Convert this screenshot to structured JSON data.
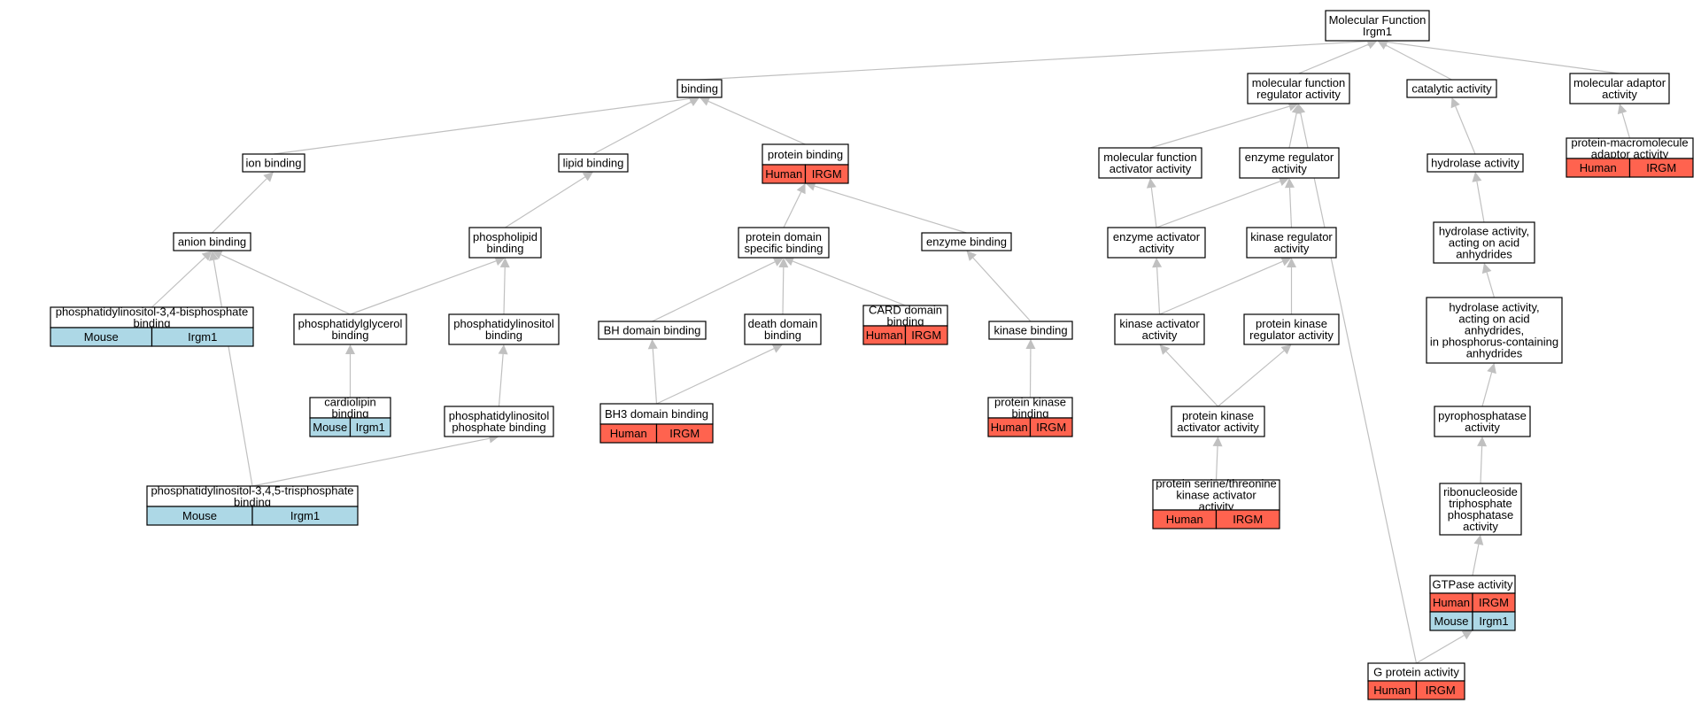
{
  "graph": {
    "nodes": [
      {
        "id": "mf",
        "lines": [
          "Molecular Function",
          "Irgm1"
        ]
      },
      {
        "id": "binding",
        "lines": [
          "binding"
        ]
      },
      {
        "id": "mfreg",
        "lines": [
          "molecular function",
          "regulator activity"
        ]
      },
      {
        "id": "catalytic",
        "lines": [
          "catalytic activity"
        ]
      },
      {
        "id": "adaptor",
        "lines": [
          "molecular adaptor",
          "activity"
        ]
      },
      {
        "id": "ionbinding",
        "lines": [
          "ion binding"
        ]
      },
      {
        "id": "lipidbinding",
        "lines": [
          "lipid binding"
        ]
      },
      {
        "id": "proteinbinding",
        "lines": [
          "protein binding"
        ],
        "annotations": [
          {
            "species": "Human",
            "gene": "IRGM"
          }
        ]
      },
      {
        "id": "mfact",
        "lines": [
          "molecular function",
          "activator activity"
        ]
      },
      {
        "id": "enzreg",
        "lines": [
          "enzyme regulator",
          "activity"
        ]
      },
      {
        "id": "hydrolase",
        "lines": [
          "hydrolase activity"
        ]
      },
      {
        "id": "pmadaptor",
        "lines": [
          "protein-macromolecule",
          "adaptor activity"
        ],
        "annotations": [
          {
            "species": "Human",
            "gene": "IRGM"
          }
        ]
      },
      {
        "id": "anion",
        "lines": [
          "anion binding"
        ]
      },
      {
        "id": "phospholipid",
        "lines": [
          "phospholipid",
          "binding"
        ]
      },
      {
        "id": "pdsb",
        "lines": [
          "protein domain",
          "specific binding"
        ]
      },
      {
        "id": "enzymebinding",
        "lines": [
          "enzyme binding"
        ]
      },
      {
        "id": "enzact",
        "lines": [
          "enzyme activator",
          "activity"
        ]
      },
      {
        "id": "kinreg",
        "lines": [
          "kinase regulator",
          "activity"
        ]
      },
      {
        "id": "hydanhyd",
        "lines": [
          "hydrolase activity,",
          "acting on acid",
          "anhydrides"
        ]
      },
      {
        "id": "pi34",
        "lines": [
          "phosphatidylinositol-3,4-bisphosphate",
          "binding"
        ],
        "annotations": [
          {
            "species": "Mouse",
            "gene": "Irgm1"
          }
        ]
      },
      {
        "id": "pglycerol",
        "lines": [
          "phosphatidylglycerol",
          "binding"
        ]
      },
      {
        "id": "pinositol",
        "lines": [
          "phosphatidylinositol",
          "binding"
        ]
      },
      {
        "id": "bhdomain",
        "lines": [
          "BH domain binding"
        ]
      },
      {
        "id": "death",
        "lines": [
          "death domain",
          "binding"
        ]
      },
      {
        "id": "card",
        "lines": [
          "CARD domain",
          "binding"
        ],
        "annotations": [
          {
            "species": "Human",
            "gene": "IRGM"
          }
        ]
      },
      {
        "id": "kinasebinding",
        "lines": [
          "kinase binding"
        ]
      },
      {
        "id": "kinact",
        "lines": [
          "kinase activator",
          "activity"
        ]
      },
      {
        "id": "pkreg",
        "lines": [
          "protein kinase",
          "regulator activity"
        ]
      },
      {
        "id": "hydphos",
        "lines": [
          "hydrolase activity,",
          "acting on acid",
          "anhydrides,",
          "in phosphorus-containing",
          "anhydrides"
        ]
      },
      {
        "id": "cardiolipin",
        "lines": [
          "cardiolipin",
          "binding"
        ],
        "annotations": [
          {
            "species": "Mouse",
            "gene": "Irgm1"
          }
        ]
      },
      {
        "id": "piphosphate",
        "lines": [
          "phosphatidylinositol",
          "phosphate binding"
        ]
      },
      {
        "id": "bh3",
        "lines": [
          "BH3 domain binding"
        ],
        "annotations": [
          {
            "species": "Human",
            "gene": "IRGM"
          }
        ]
      },
      {
        "id": "pkbinding",
        "lines": [
          "protein kinase",
          "binding"
        ],
        "annotations": [
          {
            "species": "Human",
            "gene": "IRGM"
          }
        ]
      },
      {
        "id": "pkact",
        "lines": [
          "protein kinase",
          "activator activity"
        ]
      },
      {
        "id": "pyro",
        "lines": [
          "pyrophosphatase",
          "activity"
        ]
      },
      {
        "id": "pi345",
        "lines": [
          "phosphatidylinositol-3,4,5-trisphosphate",
          "binding"
        ],
        "annotations": [
          {
            "species": "Mouse",
            "gene": "Irgm1"
          }
        ]
      },
      {
        "id": "pstk",
        "lines": [
          "protein serine/threonine",
          "kinase activator",
          "activity"
        ],
        "annotations": [
          {
            "species": "Human",
            "gene": "IRGM"
          }
        ]
      },
      {
        "id": "rntp",
        "lines": [
          "ribonucleoside",
          "triphosphate",
          "phosphatase",
          "activity"
        ]
      },
      {
        "id": "gtpase",
        "lines": [
          "GTPase activity"
        ],
        "annotations": [
          {
            "species": "Human",
            "gene": "IRGM"
          },
          {
            "species": "Mouse",
            "gene": "Irgm1"
          }
        ]
      },
      {
        "id": "gprotein",
        "lines": [
          "G protein activity"
        ],
        "annotations": [
          {
            "species": "Human",
            "gene": "IRGM"
          }
        ]
      }
    ],
    "edges": [
      [
        "binding",
        "mf"
      ],
      [
        "mfreg",
        "mf"
      ],
      [
        "catalytic",
        "mf"
      ],
      [
        "adaptor",
        "mf"
      ],
      [
        "ionbinding",
        "binding"
      ],
      [
        "lipidbinding",
        "binding"
      ],
      [
        "proteinbinding",
        "binding"
      ],
      [
        "mfact",
        "mfreg"
      ],
      [
        "enzreg",
        "mfreg"
      ],
      [
        "gprotein",
        "mfreg"
      ],
      [
        "hydrolase",
        "catalytic"
      ],
      [
        "pmadaptor",
        "adaptor"
      ],
      [
        "anion",
        "ionbinding"
      ],
      [
        "phospholipid",
        "lipidbinding"
      ],
      [
        "pdsb",
        "proteinbinding"
      ],
      [
        "enzymebinding",
        "proteinbinding"
      ],
      [
        "enzact",
        "mfact"
      ],
      [
        "enzact",
        "enzreg"
      ],
      [
        "kinreg",
        "enzreg"
      ],
      [
        "hydanhyd",
        "hydrolase"
      ],
      [
        "pi34",
        "anion"
      ],
      [
        "pglycerol",
        "anion"
      ],
      [
        "pi345",
        "anion"
      ],
      [
        "pglycerol",
        "phospholipid"
      ],
      [
        "pinositol",
        "phospholipid"
      ],
      [
        "bhdomain",
        "pdsb"
      ],
      [
        "death",
        "pdsb"
      ],
      [
        "card",
        "pdsb"
      ],
      [
        "kinasebinding",
        "enzymebinding"
      ],
      [
        "kinact",
        "enzact"
      ],
      [
        "kinact",
        "kinreg"
      ],
      [
        "pkreg",
        "kinreg"
      ],
      [
        "hydphos",
        "hydanhyd"
      ],
      [
        "cardiolipin",
        "pglycerol"
      ],
      [
        "piphosphate",
        "pinositol"
      ],
      [
        "bh3",
        "bhdomain"
      ],
      [
        "bh3",
        "death"
      ],
      [
        "pkbinding",
        "kinasebinding"
      ],
      [
        "pkact",
        "kinact"
      ],
      [
        "pkact",
        "pkreg"
      ],
      [
        "pyro",
        "hydphos"
      ],
      [
        "pi345",
        "piphosphate"
      ],
      [
        "pstk",
        "pkact"
      ],
      [
        "rntp",
        "pyro"
      ],
      [
        "gtpase",
        "rntp"
      ],
      [
        "gprotein",
        "gtpase"
      ]
    ],
    "colors": {
      "Human": "#ff634f",
      "Mouse": "#add8e6",
      "edge": "#c0c0c0",
      "border": "#000000",
      "background": "#ffffff"
    }
  }
}
